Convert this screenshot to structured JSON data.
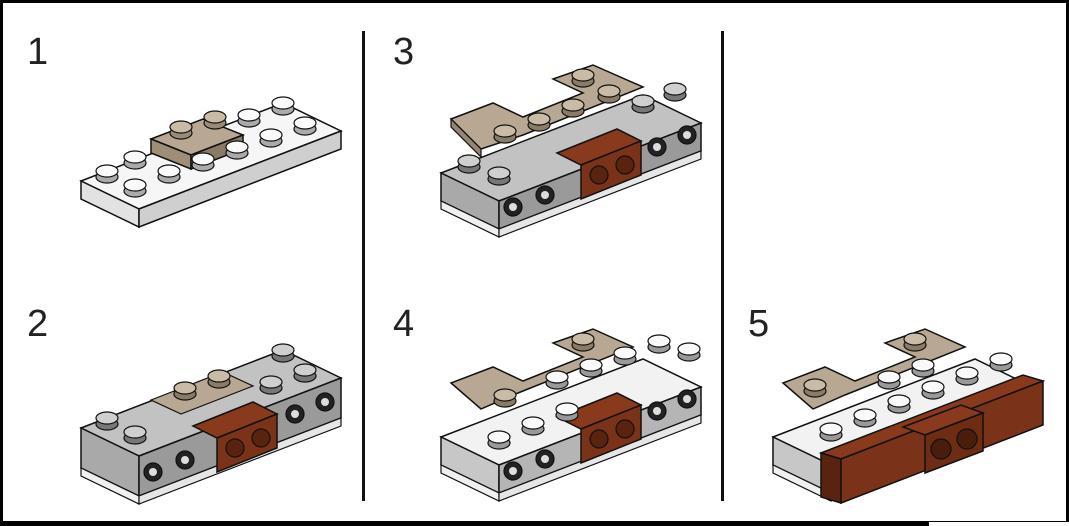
{
  "steps": [
    {
      "number": "1"
    },
    {
      "number": "2"
    },
    {
      "number": "3"
    },
    {
      "number": "4"
    },
    {
      "number": "5"
    }
  ],
  "colors": {
    "white_brick": "#f4f4f4",
    "white_side": "#d9d9d9",
    "gray_brick": "#bdbdbd",
    "gray_side": "#9c9c9c",
    "tan_plate": "#b8a893",
    "tan_side": "#958672",
    "brown_tile": "#7a3318",
    "brown_side": "#5a230f",
    "outline": "#111111"
  },
  "icons": [
    "building-step-illustration"
  ]
}
